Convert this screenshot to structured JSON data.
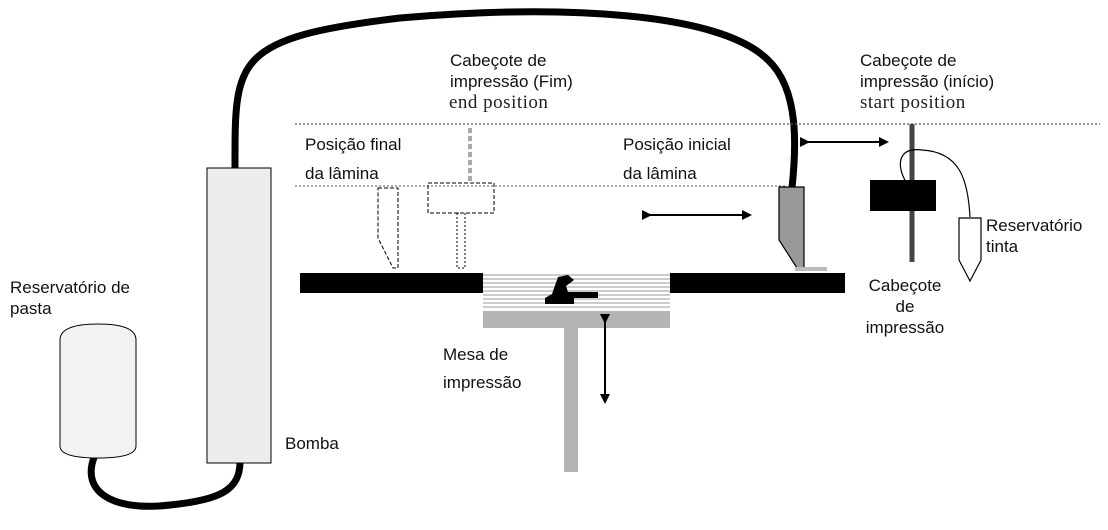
{
  "labels": {
    "head_end_line1": "Cabeçote de",
    "head_end_line2": "impressão (Fim)",
    "end_position": "end position",
    "head_start_line1": "Cabeçote de",
    "head_start_line2": "impressão (início)",
    "start_position": "start position",
    "blade_final_line1": "Posição final",
    "blade_final_line2": "da lâmina",
    "blade_initial_line1": "Posição inicial",
    "blade_initial_line2": "da lâmina",
    "ink_reservoir_line1": "Reservatório",
    "ink_reservoir_line2": "tinta",
    "paste_reservoir_line1": "Reservatório de",
    "paste_reservoir_line2": "pasta",
    "pump": "Bomba",
    "print_head_line1": "Cabeçote",
    "print_head_line2": "de",
    "print_head_line3": "impressão",
    "print_table_line1": "Mesa de",
    "print_table_line2": "impressão"
  }
}
